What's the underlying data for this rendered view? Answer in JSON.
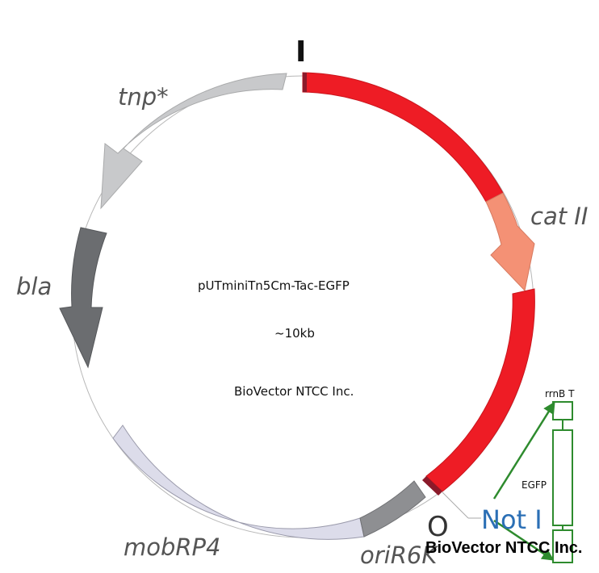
{
  "plasmid": {
    "name": "pUTminiTn5Cm-Tac-EGFP",
    "size": "~10kb",
    "company": "BioVector NTCC Inc.",
    "top_marker": "I"
  },
  "features": [
    {
      "label": "tnp*",
      "color": "#c8c9cb"
    },
    {
      "label": "bla",
      "color": "#6b6d70"
    },
    {
      "label": "mobRP4",
      "color": "#dcdcea"
    },
    {
      "label": "oriR6K",
      "color": "#8e8f92"
    },
    {
      "label": "cat II",
      "color": "#f49175"
    }
  ],
  "insert": {
    "colors": {
      "red": "#ee1c25",
      "dark_end": "#8b1a2a",
      "green": "#2e8b2e"
    },
    "labels": {
      "rrnb": "rrnB T",
      "egfp": "EGFP",
      "not_site": "Not I",
      "origin_mark": "O",
      "company_overlap": "BioVector NTCC Inc."
    }
  }
}
